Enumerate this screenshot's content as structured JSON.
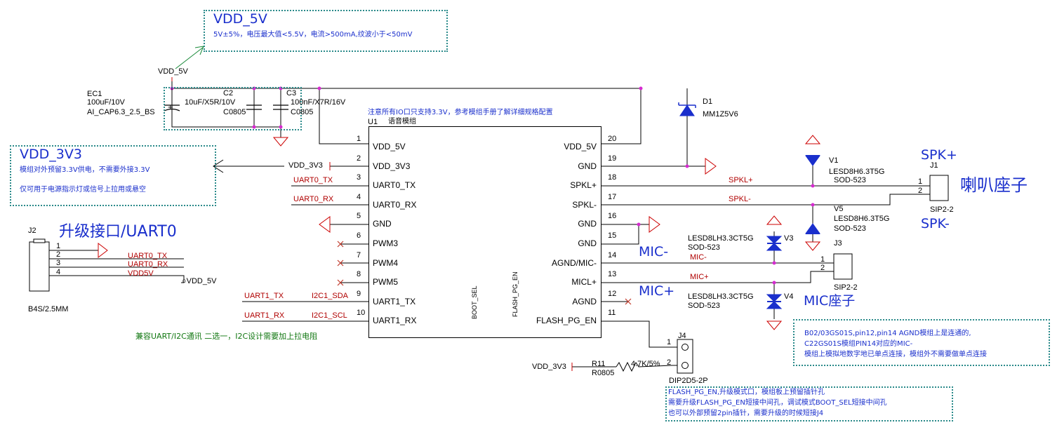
{
  "vdd5v_box": {
    "title": "VDD_5V",
    "note": "5V±5%，电压最大值<5.5V，电流>500mA,纹波小于<50mV"
  },
  "vdd3v3_box": {
    "title": "VDD_3V3",
    "line1": "模组对外预留3.3V供电，不需要外接3.3V",
    "line2": "仅可用于电源指示灯或信号上拉用或悬空"
  },
  "caps": {
    "vdd5v_label": "VDD_5V",
    "ec1_ref": "EC1",
    "ec1_val": "100uF/10V",
    "ec1_pkg": "AI_CAP6.3_2.5_BS",
    "c2_ref": "C2",
    "c2_val": "10uF/X5R/10V",
    "c2_pkg": "C0805",
    "c3_ref": "C3",
    "c3_val": "100nF/X7R/16V",
    "c3_pkg": "C0805"
  },
  "u1": {
    "note": "注意所有IO口只支持3.3V，参考模组手册了解详细规格配置",
    "ref": "U1",
    "name": "语音模组",
    "left_pins": [
      {
        "num": "1",
        "name": "VDD_5V"
      },
      {
        "num": "2",
        "name": "VDD_3V3"
      },
      {
        "num": "3",
        "name": "UART0_TX"
      },
      {
        "num": "4",
        "name": "UART0_RX"
      },
      {
        "num": "5",
        "name": "GND"
      },
      {
        "num": "6",
        "name": "PWM3"
      },
      {
        "num": "7",
        "name": "PWM4"
      },
      {
        "num": "8",
        "name": "PWM5"
      },
      {
        "num": "9",
        "name": "UART1_TX"
      },
      {
        "num": "10",
        "name": "UART1_RX"
      }
    ],
    "right_pins": [
      {
        "num": "20",
        "name": "VDD_5V"
      },
      {
        "num": "19",
        "name": "GND"
      },
      {
        "num": "18",
        "name": "SPKL+"
      },
      {
        "num": "17",
        "name": "SPKL-"
      },
      {
        "num": "16",
        "name": "GND"
      },
      {
        "num": "15",
        "name": "GND"
      },
      {
        "num": "14",
        "name": "AGND/MIC-"
      },
      {
        "num": "13",
        "name": "MICL+"
      },
      {
        "num": "12",
        "name": "AGND"
      },
      {
        "num": "11",
        "name": "FLASH_PG_EN"
      }
    ],
    "boot_sel": "BOOT_SEL",
    "flash_pg_en_pad": "FLASH_PG_EN"
  },
  "left_nets": {
    "vdd3v3": "VDD_3V3",
    "uart0_tx": "UART0_TX",
    "uart0_rx": "UART0_RX",
    "uart1_tx": "UART1_TX",
    "uart1_rx": "UART1_RX",
    "i2c1_sda": "I2C1_SDA",
    "i2c1_scl": "I2C1_SCL",
    "compat_note": "兼容UART/I2C通讯 二选一，I2C设计需要加上拉电阻"
  },
  "j2": {
    "ref": "J2",
    "title": "升级接口/UART0",
    "pkg": "B4S/2.5MM",
    "pins": [
      "1",
      "2",
      "3",
      "4"
    ],
    "nets": [
      "UART0_TX",
      "UART0_RX",
      "VDD5V"
    ],
    "vdd": "VDD_5V"
  },
  "d1": {
    "ref": "D1",
    "val": "MM1Z5V6"
  },
  "v1": {
    "ref": "V1",
    "val": "LESD8H6.3T5G",
    "pkg": "SOD-523"
  },
  "v5": {
    "ref": "V5",
    "val": "LESD8H6.3T5G",
    "pkg": "SOD-523"
  },
  "v3": {
    "ref": "V3",
    "val": "LESD8LH3.3CT5G",
    "pkg": "SOD-523"
  },
  "v4": {
    "ref": "V4",
    "val": "LESD8LH3.3CT5G",
    "pkg": "SOD-523"
  },
  "j1": {
    "ref": "J1",
    "pkg": "SIP2-2",
    "title": "喇叭座子",
    "spk_plus": "SPK+",
    "spk_minus": "SPK-",
    "pins": [
      "1",
      "2"
    ]
  },
  "j3": {
    "ref": "J3",
    "pkg": "SIP2-2",
    "title": "MIC座子",
    "pins": [
      "1",
      "2"
    ]
  },
  "right_nets": {
    "spkl_plus": "SPKL+",
    "spkl_minus": "SPKL-",
    "mic_minus": "MIC-",
    "mic_plus": "MIC+",
    "mic_minus_big": "MIC-",
    "mic_plus_big": "MIC+"
  },
  "j4": {
    "ref": "J4",
    "pkg": "DIP2D5-2P",
    "pins": [
      "1",
      "2"
    ]
  },
  "r11": {
    "ref": "R11",
    "val": "4.7K/5%",
    "pkg": "R0805",
    "net": "VDD_3V3"
  },
  "agnd_note": {
    "line1": "B02/03GS01S,pin12,pin14 AGND模组上是连通的,",
    "line2": "C22GS01S模组PIN14对应的MIC-",
    "line3": "模组上模拟地数字地已单点连接，模组外不需要做单点连接"
  },
  "flash_note": {
    "line1": "FLASH_PG_EN,升级模式口，模组板上预留插针孔",
    "line2": "需要升级FLASH_PG_EN短接中间孔，调试模式BOOT_SEL短接中间孔",
    "line3": "也可以外部预留2pin插针，需要升级的时候短接J4"
  }
}
